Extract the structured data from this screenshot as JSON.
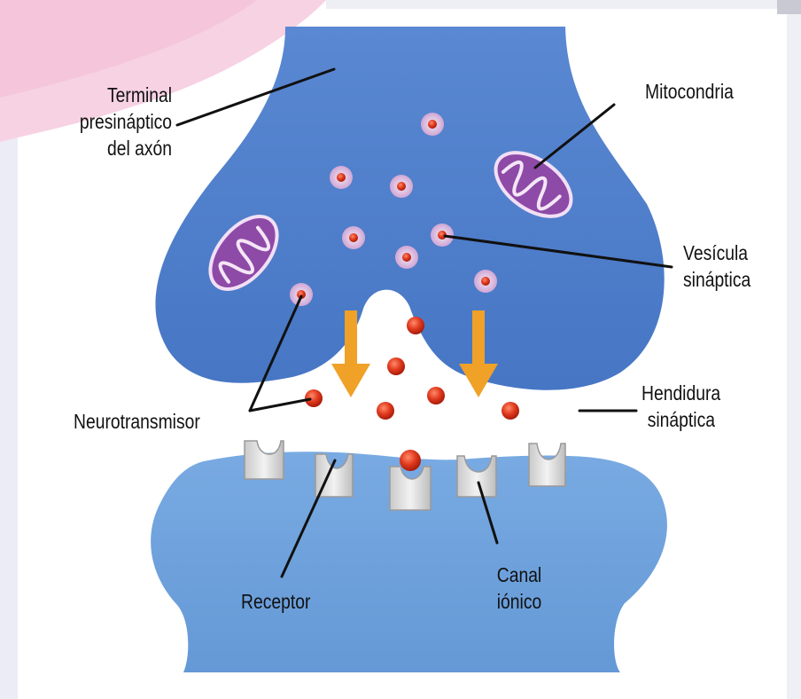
{
  "labels": {
    "terminal": {
      "line1": "Terminal",
      "line2": "presináptico",
      "line3": "del axón"
    },
    "mitocondria": "Mitocondria",
    "vesicula": {
      "line1": "Vesícula",
      "line2": "sináptica"
    },
    "hendidura": {
      "line1": "Hendidura",
      "line2": "sináptica"
    },
    "neurotransmisor": "Neurotransmisor",
    "receptor": "Receptor",
    "canal": {
      "line1": "Canal",
      "line2": "iónico"
    }
  },
  "colors": {
    "presynaptic_terminal": "#4f7fcc",
    "postsynaptic_membrane": "#6fa1db",
    "mitochondria": "#8e4aa7",
    "vesicle": "#e2c4e2",
    "neurotransmitter": "#e03a1e",
    "arrow": "#efa128",
    "receptor": "#d9d9d9",
    "background_left": "#f7d2e3"
  }
}
